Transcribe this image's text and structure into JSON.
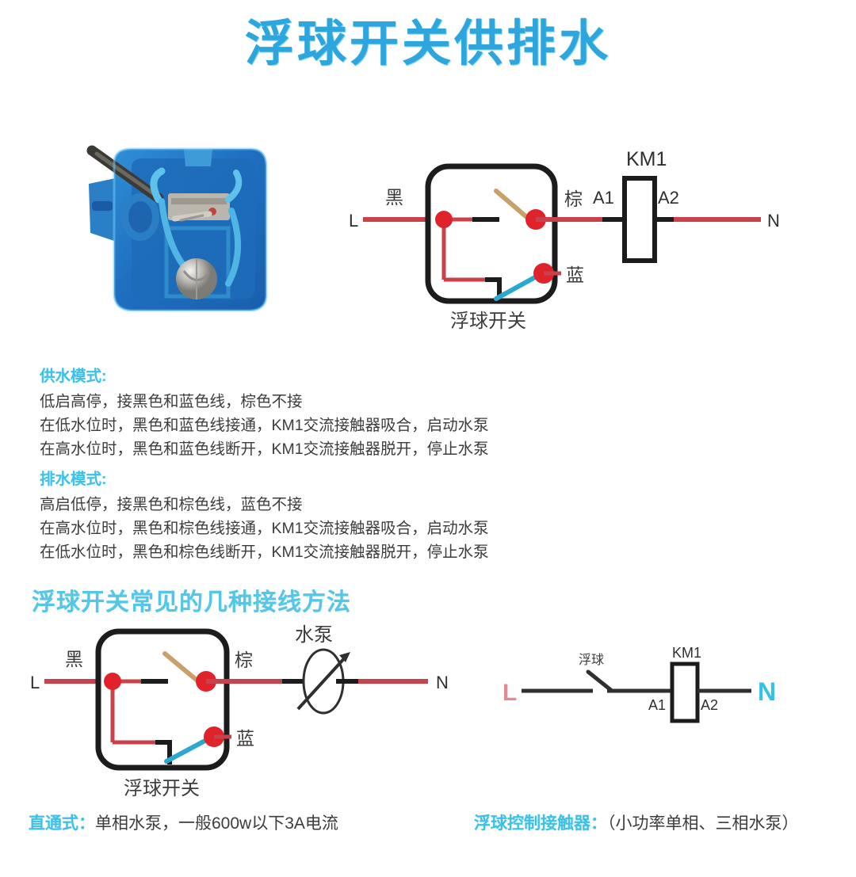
{
  "page": {
    "title": "浮球开关供排水"
  },
  "photo": {
    "alt_name": "float-switch-product-photo"
  },
  "diagram_top": {
    "name": "float-switch-contactor-wiring-diagram",
    "terminal_left": "L",
    "terminal_right": "N",
    "wire_black": "黑",
    "wire_brown": "棕",
    "wire_blue": "蓝",
    "coil_name": "KM1",
    "coil_terminal_1": "A1",
    "coil_terminal_2": "A2",
    "box_caption": "浮球开关"
  },
  "supply_mode": {
    "title": "供水模式:",
    "lines": [
      "低启高停，接黑色和蓝色线，棕色不接",
      "在低水位时，黑色和蓝色线接通，KM1交流接触器吸合，启动水泵",
      "在高水位时，黑色和蓝色线断开，KM1交流接触器脱开，停止水泵"
    ]
  },
  "drain_mode": {
    "title": "排水模式:",
    "lines": [
      "高启低停，接黑色和棕色线，蓝色不接",
      "在高水位时，黑色和棕色线接通，KM1交流接触器吸合，启动水泵",
      "在低水位时，黑色和棕色线断开，KM1交流接触器脱开，停止水泵"
    ]
  },
  "wiring_methods": {
    "heading": "浮球开关常见的几种接线方法"
  },
  "diagram_pump": {
    "name": "direct-pump-wiring-diagram",
    "terminal_left": "L",
    "terminal_right": "N",
    "wire_black": "黑",
    "wire_brown": "棕",
    "wire_blue": "蓝",
    "pump_label": "水泵",
    "box_caption": "浮球开关"
  },
  "diagram_coil": {
    "name": "float-switch-contactor-coil-diagram",
    "terminal_left": "L",
    "terminal_right": "N",
    "switch_label": "浮球",
    "coil_name": "KM1",
    "coil_terminal_1": "A1",
    "coil_terminal_2": "A2"
  },
  "captions": {
    "left_label": "直通式：",
    "left_text": "单相水泵，一般600w以下3A电流",
    "right_label": "浮球控制接触器：",
    "right_text": "（小功率单相、三相水泵）"
  },
  "colors": {
    "title_cyan": "#2da6de",
    "heading_cyan": "#56c6e6",
    "label_cyan": "#3fc0e8",
    "wire_red": "#c9414a",
    "wire_black": "#1c1c1c",
    "wire_brown": "#c9a06a",
    "wire_blue": "#2ba8cf",
    "node_red": "#e0232a",
    "body_text": "#3c3c3c"
  }
}
